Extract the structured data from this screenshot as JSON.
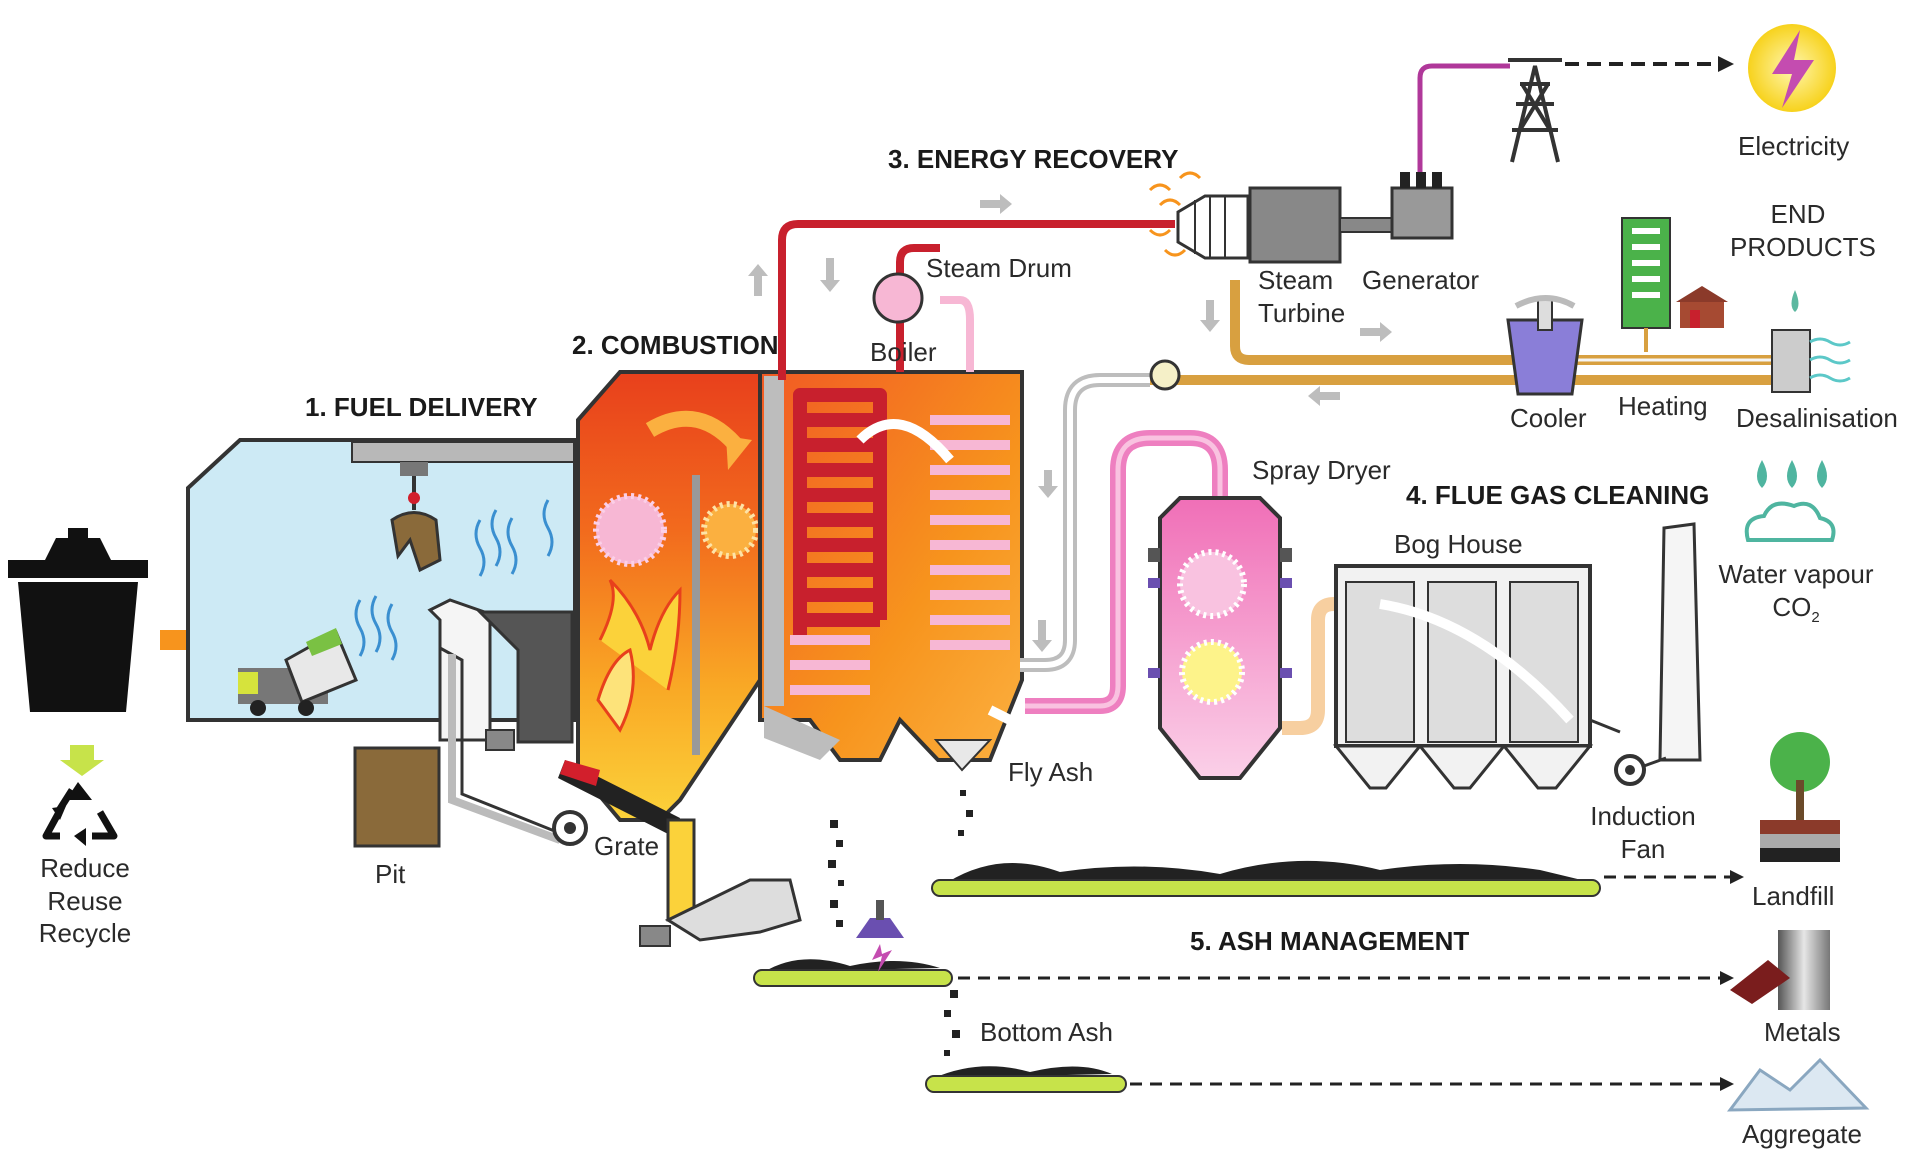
{
  "sections": {
    "fuel_delivery": "1. FUEL DELIVERY",
    "combustion": "2. COMBUSTION",
    "energy_recovery": "3. ENERGY RECOVERY",
    "flue_gas_cleaning": "4. FLUE GAS CLEANING",
    "ash_management": "5. ASH MANAGEMENT"
  },
  "labels": {
    "reduce_reuse_recycle": [
      "Reduce",
      "Reuse",
      "Recycle"
    ],
    "pit": "Pit",
    "grate": "Grate",
    "boiler": "Boiler",
    "steam_drum": "Steam Drum",
    "steam_turbine": [
      "Steam",
      "Turbine"
    ],
    "generator": "Generator",
    "electricity": "Electricity",
    "end_products": [
      "END",
      "PRODUCTS"
    ],
    "cooler": "Cooler",
    "heating": "Heating",
    "desalinisation": "Desalinisation",
    "spray_dryer": "Spray Dryer",
    "bog_house": "Bog House",
    "water_vapour": "Water vapour",
    "co2_main": "CO",
    "co2_sub": "2",
    "induction_fan": [
      "Induction",
      "Fan"
    ],
    "fly_ash": "Fly Ash",
    "bottom_ash": "Bottom Ash",
    "landfill": "Landfill",
    "metals": "Metals",
    "aggregate": "Aggregate"
  },
  "colors": {
    "fuel_area": "#cdeaf5",
    "fire_red": "#e8401c",
    "fire_orange": "#f58a1f",
    "fire_yellow": "#fbd23a",
    "steam_red": "#c8202d",
    "flue_pink": "#ee7fc0",
    "conveyor_green": "#c7e34a",
    "power_line": "#b0389a",
    "hot_water": "#d8a040",
    "bag_house": "#f2f2f2"
  }
}
